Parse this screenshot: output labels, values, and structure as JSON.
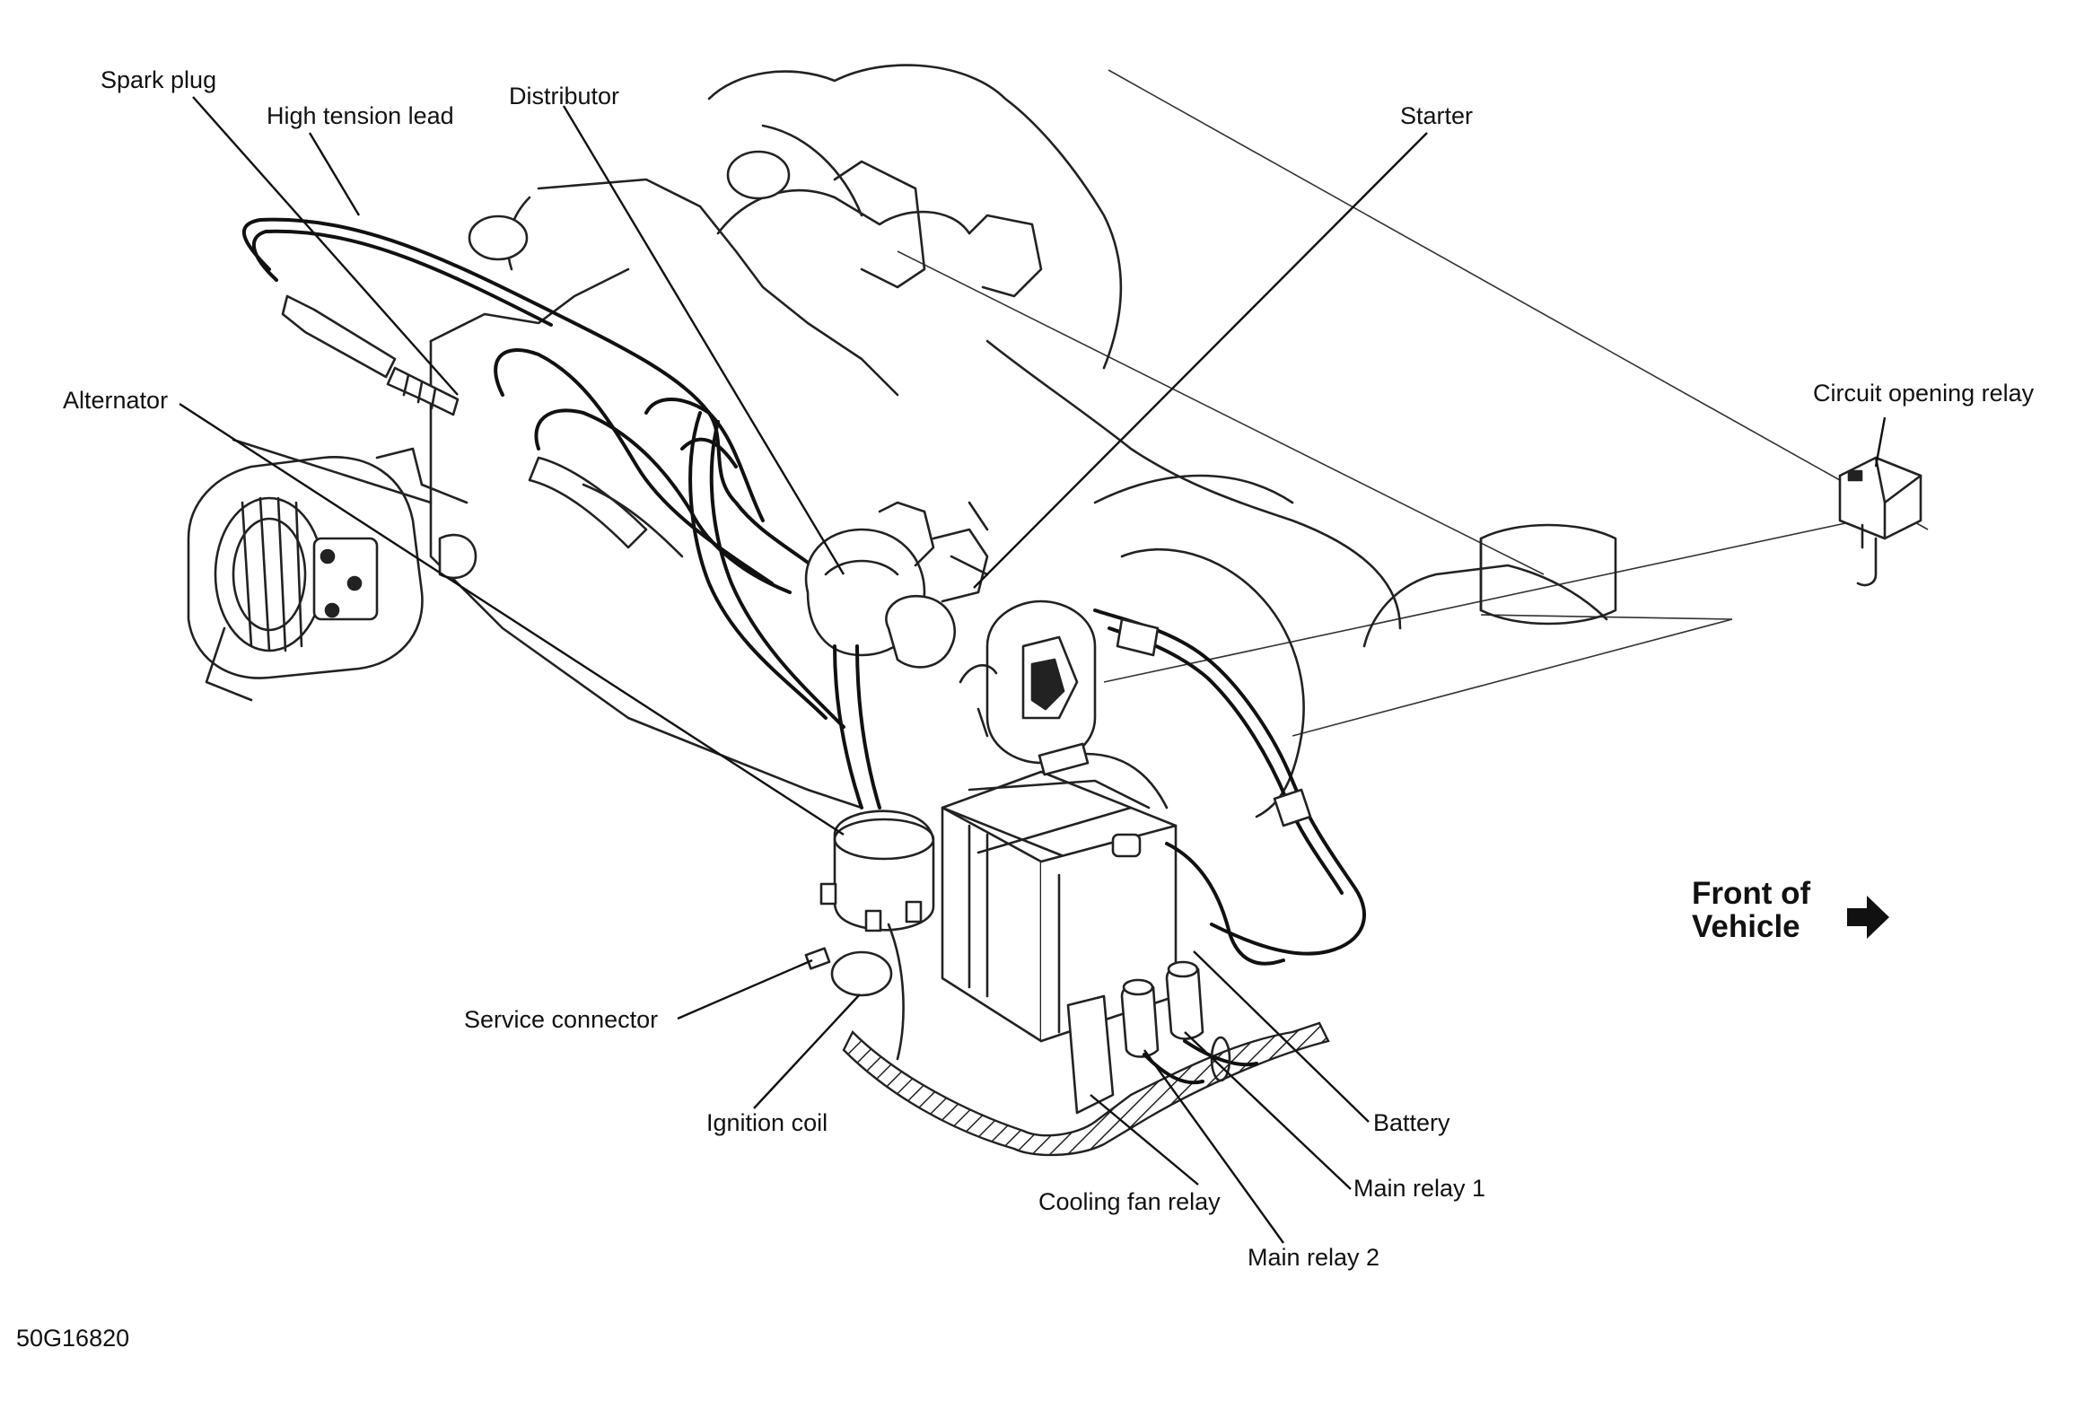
{
  "labels": {
    "spark_plug": "Spark plug",
    "high_tension_lead": "High tension lead",
    "distributor": "Distributor",
    "starter": "Starter",
    "alternator": "Alternator",
    "circuit_opening_relay": "Circuit opening relay",
    "service_connector": "Service connector",
    "ignition_coil": "Ignition coil",
    "battery": "Battery",
    "main_relay_1": "Main relay 1",
    "cooling_fan_relay": "Cooling  fan relay",
    "main_relay_2": "Main relay 2"
  },
  "direction": {
    "line1": "Front of",
    "line2": "Vehicle",
    "icon": "arrow-right-icon"
  },
  "figure_id": "50G16820"
}
